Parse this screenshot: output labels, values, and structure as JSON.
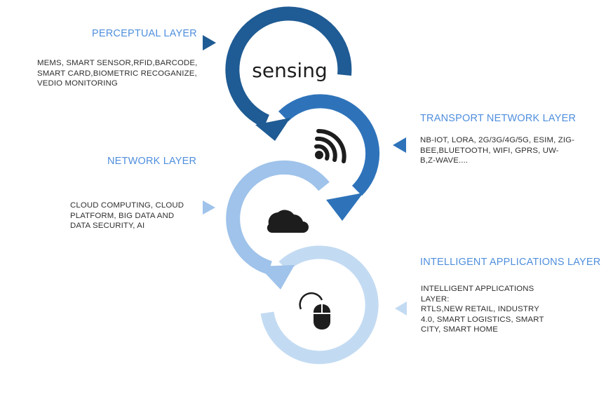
{
  "colors": {
    "layer1": "#1f5b94",
    "layer2": "#2e73ba",
    "layer3": "#9fc3ea",
    "layer4": "#c3dbf2",
    "title": "#4f8fdd",
    "text": "#2f2f2f",
    "icon": "#1d1d1d"
  },
  "layers": [
    {
      "title": "PERCEPTUAL LAYER",
      "description_lines": [
        "MEMS, SMART SENSOR,RFID,BARCODE,",
        "SMART CARD,BIOMETRIC RECOGANIZE,",
        "VEDIO MONITORING"
      ],
      "icon": "sensing-wordmark",
      "icon_text": "sensing"
    },
    {
      "title": "TRANSPORT NETWORK LAYER",
      "description_lines": [
        "NB-IOT, LORA, 2G/3G/4G/5G, ESIM, ZIG-",
        "BEE,BLUETOOTH, WIFI, GPRS, UW-",
        "B,Z-WAVE...."
      ],
      "icon": "wireless-signal-icon"
    },
    {
      "title": "NETWORK LAYER",
      "description_lines": [
        "CLOUD COMPUTING, CLOUD",
        "PLATFORM, BIG DATA AND",
        "DATA SECURITY, AI"
      ],
      "icon": "cloud-icon"
    },
    {
      "title": "INTELLIGENT APPLICATIONS LAYER",
      "description_lines": [
        "INTELLIGENT APPLICATIONS",
        "LAYER:",
        "RTLS,NEW RETAIL, INDUSTRY",
        "4.0, SMART LOGISTICS, SMART",
        "CITY, SMART HOME"
      ],
      "icon": "mouse-click-icon"
    }
  ]
}
